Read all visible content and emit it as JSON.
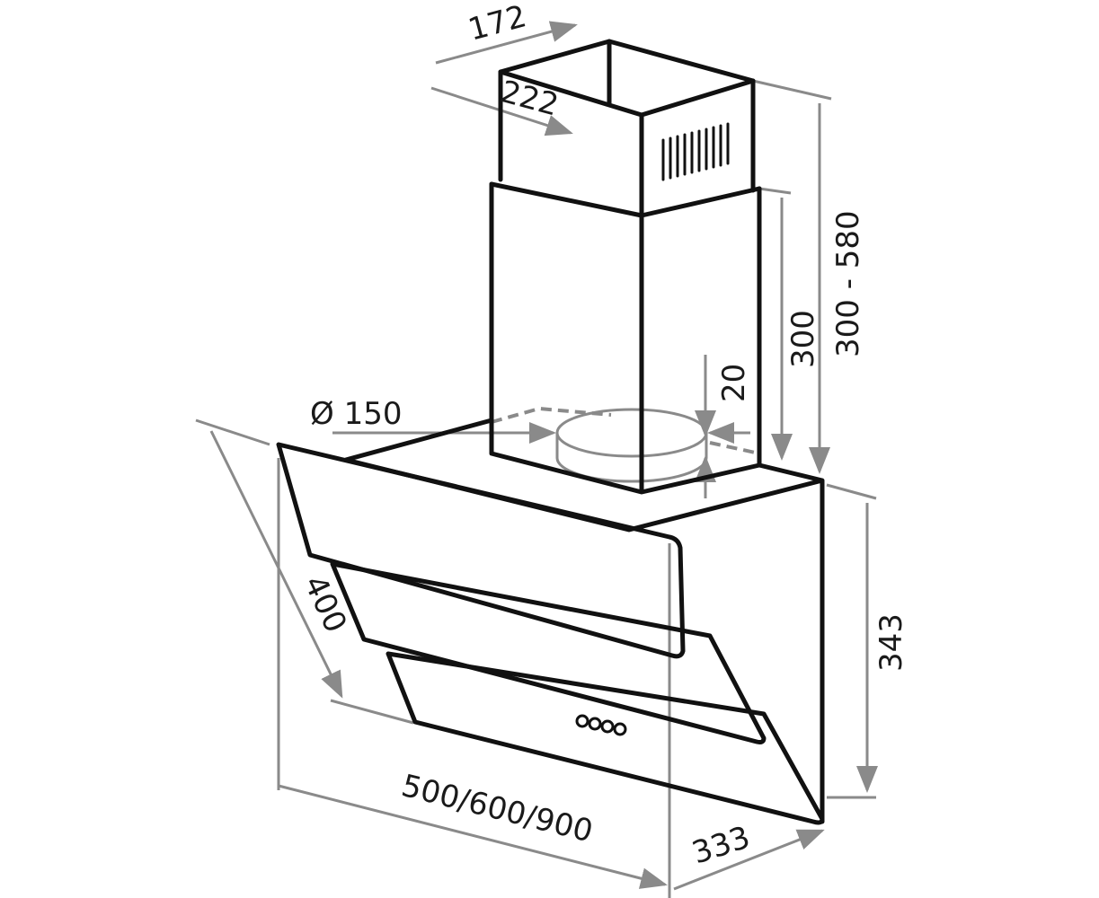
{
  "title": "Range hood dimension drawing",
  "dimensions": {
    "chimney_depth": "172",
    "chimney_width": "222",
    "chimney_height_range": "300 - 580",
    "lower_chimney_height": "300",
    "outlet_offset": "20",
    "outlet_diameter": "Ø 150",
    "glass_length": "400",
    "body_height": "343",
    "width_options": "500/600/900",
    "body_depth": "333"
  },
  "colors": {
    "outline": "#111111",
    "dimension": "#8a8a8a"
  }
}
